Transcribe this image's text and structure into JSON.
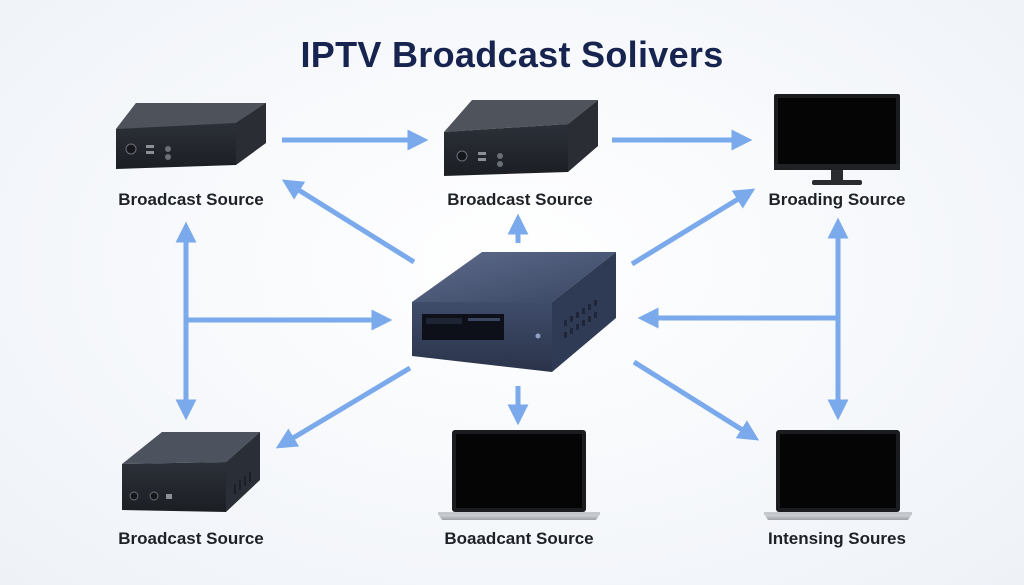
{
  "title": "IPTV Broadcast Solivers",
  "colors": {
    "arrow": "#7aa9ec",
    "title": "#16244f",
    "label": "#1e2226",
    "device_body": "#3a3f48",
    "hub_body": "#3b4866",
    "screen": "#050505"
  },
  "nodes": {
    "top_left": {
      "label": "Broadcast Source",
      "icon": "set-top-box-icon"
    },
    "top_center": {
      "label": "Broadcast Source",
      "icon": "set-top-box-icon"
    },
    "top_right": {
      "label": "Broading Source",
      "icon": "monitor-icon"
    },
    "center_hub": {
      "icon": "server-box-icon"
    },
    "bottom_left": {
      "label": "Broadcast Source",
      "icon": "set-top-box-icon"
    },
    "bottom_center": {
      "label": "Boaadcant Source",
      "icon": "laptop-icon"
    },
    "bottom_right": {
      "label": "Intensing Soures",
      "icon": "laptop-icon"
    }
  }
}
